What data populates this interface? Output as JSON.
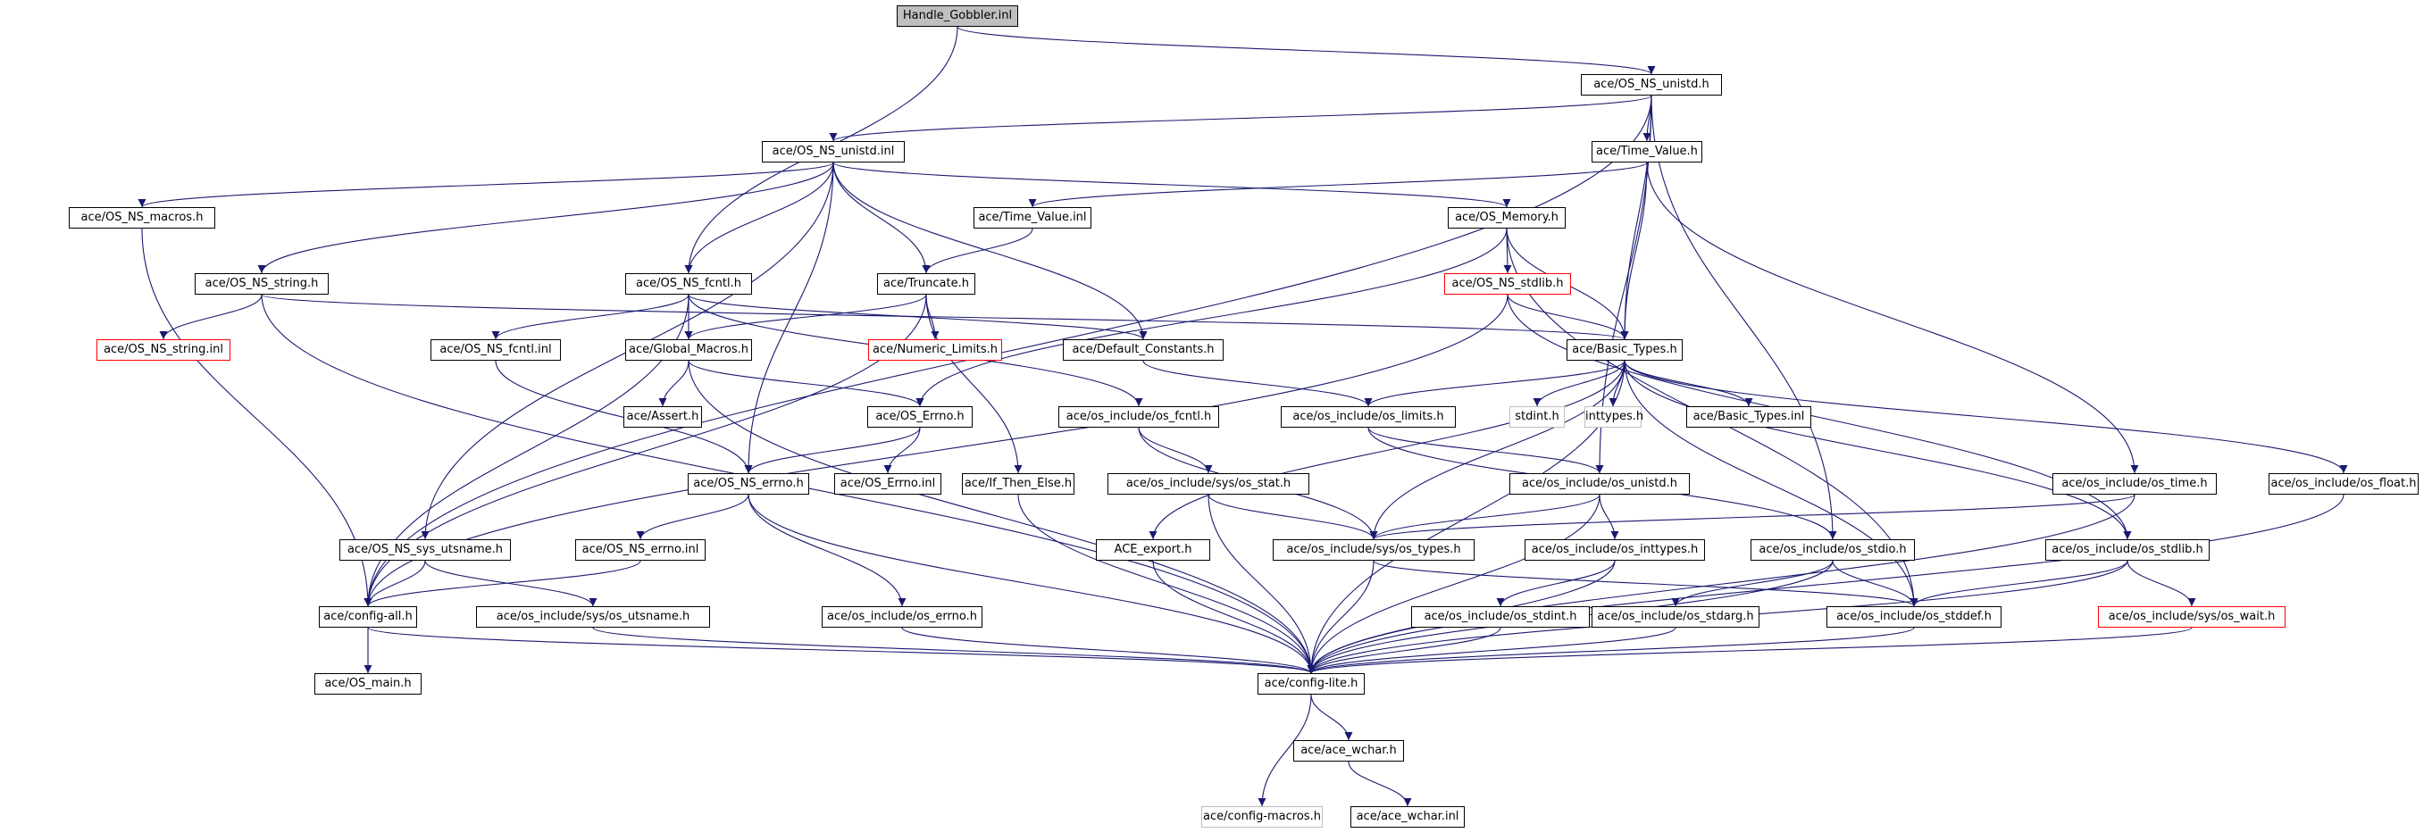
{
  "colors": {
    "edge": "#191970",
    "root_fill": "#bfbfbf",
    "truncated_border": "#ff0000",
    "external_border": "#bfbfbf"
  },
  "nodes": [
    {
      "id": "hg",
      "label": "Handle_Gobbler.inl",
      "style": "root"
    },
    {
      "id": "unistd_h",
      "label": "ace/OS_NS_unistd.h"
    },
    {
      "id": "unistd_inl",
      "label": "ace/OS_NS_unistd.inl"
    },
    {
      "id": "tv_h",
      "label": "ace/Time_Value.h"
    },
    {
      "id": "macros",
      "label": "ace/OS_NS_macros.h"
    },
    {
      "id": "tv_inl",
      "label": "ace/Time_Value.inl"
    },
    {
      "id": "memory",
      "label": "ace/OS_Memory.h"
    },
    {
      "id": "string_h",
      "label": "ace/OS_NS_string.h"
    },
    {
      "id": "fcntl_h",
      "label": "ace/OS_NS_fcntl.h"
    },
    {
      "id": "truncate",
      "label": "ace/Truncate.h"
    },
    {
      "id": "stdlib_h",
      "label": "ace/OS_NS_stdlib.h",
      "style": "red"
    },
    {
      "id": "string_inl",
      "label": "ace/OS_NS_string.inl",
      "style": "red"
    },
    {
      "id": "fcntl_inl",
      "label": "ace/OS_NS_fcntl.inl"
    },
    {
      "id": "gmacros",
      "label": "ace/Global_Macros.h"
    },
    {
      "id": "numlim",
      "label": "ace/Numeric_Limits.h",
      "style": "red"
    },
    {
      "id": "defconst",
      "label": "ace/Default_Constants.h"
    },
    {
      "id": "btypes",
      "label": "ace/Basic_Types.h"
    },
    {
      "id": "assert",
      "label": "ace/Assert.h"
    },
    {
      "id": "errno_h",
      "label": "ace/OS_Errno.h"
    },
    {
      "id": "os_fcntl",
      "label": "ace/os_include/os_fcntl.h"
    },
    {
      "id": "os_limits",
      "label": "ace/os_include/os_limits.h"
    },
    {
      "id": "stdint",
      "label": "stdint.h",
      "style": "gray"
    },
    {
      "id": "inttypes",
      "label": "inttypes.h",
      "style": "gray"
    },
    {
      "id": "btypes_inl",
      "label": "ace/Basic_Types.inl"
    },
    {
      "id": "nserrno_h",
      "label": "ace/OS_NS_errno.h"
    },
    {
      "id": "errno_inl",
      "label": "ace/OS_Errno.inl"
    },
    {
      "id": "ifthen",
      "label": "ace/If_Then_Else.h"
    },
    {
      "id": "os_stat",
      "label": "ace/os_include/sys/os_stat.h"
    },
    {
      "id": "os_unistd",
      "label": "ace/os_include/os_unistd.h"
    },
    {
      "id": "os_time",
      "label": "ace/os_include/os_time.h"
    },
    {
      "id": "os_float",
      "label": "ace/os_include/os_float.h"
    },
    {
      "id": "utsname_h",
      "label": "ace/OS_NS_sys_utsname.h"
    },
    {
      "id": "nserrno_inl",
      "label": "ace/OS_NS_errno.inl"
    },
    {
      "id": "export",
      "label": "ACE_export.h"
    },
    {
      "id": "os_types",
      "label": "ace/os_include/sys/os_types.h"
    },
    {
      "id": "os_inttypes",
      "label": "ace/os_include/os_inttypes.h"
    },
    {
      "id": "os_stdio",
      "label": "ace/os_include/os_stdio.h"
    },
    {
      "id": "os_stdlib",
      "label": "ace/os_include/os_stdlib.h"
    },
    {
      "id": "config_all",
      "label": "ace/config-all.h"
    },
    {
      "id": "os_utsname",
      "label": "ace/os_include/sys/os_utsname.h"
    },
    {
      "id": "os_errno",
      "label": "ace/os_include/os_errno.h"
    },
    {
      "id": "os_stdint",
      "label": "ace/os_include/os_stdint.h"
    },
    {
      "id": "os_stdarg",
      "label": "ace/os_include/os_stdarg.h"
    },
    {
      "id": "os_stddef",
      "label": "ace/os_include/os_stddef.h"
    },
    {
      "id": "os_wait",
      "label": "ace/os_include/sys/os_wait.h",
      "style": "red"
    },
    {
      "id": "os_main",
      "label": "ace/OS_main.h"
    },
    {
      "id": "config_lite",
      "label": "ace/config-lite.h"
    },
    {
      "id": "wchar_h",
      "label": "ace/ace_wchar.h"
    },
    {
      "id": "cfg_macros",
      "label": "ace/config-macros.h",
      "style": "gray"
    },
    {
      "id": "wchar_inl",
      "label": "ace/ace_wchar.inl"
    }
  ],
  "edges": [
    [
      "hg",
      "unistd_h"
    ],
    [
      "hg",
      "fcntl_h"
    ],
    [
      "unistd_h",
      "unistd_inl"
    ],
    [
      "unistd_h",
      "tv_h"
    ],
    [
      "unistd_h",
      "btypes"
    ],
    [
      "unistd_h",
      "os_unistd"
    ],
    [
      "unistd_h",
      "os_stdio"
    ],
    [
      "unistd_h",
      "config_all"
    ],
    [
      "unistd_inl",
      "macros"
    ],
    [
      "unistd_inl",
      "string_h"
    ],
    [
      "unistd_inl",
      "fcntl_h"
    ],
    [
      "unistd_inl",
      "truncate"
    ],
    [
      "unistd_inl",
      "memory"
    ],
    [
      "unistd_inl",
      "defconst"
    ],
    [
      "unistd_inl",
      "nserrno_h"
    ],
    [
      "unistd_inl",
      "utsname_h"
    ],
    [
      "tv_h",
      "tv_inl"
    ],
    [
      "tv_h",
      "btypes"
    ],
    [
      "tv_h",
      "os_time"
    ],
    [
      "tv_inl",
      "truncate"
    ],
    [
      "memory",
      "stdlib_h"
    ],
    [
      "memory",
      "btypes"
    ],
    [
      "memory",
      "errno_h"
    ],
    [
      "memory",
      "os_stddef"
    ],
    [
      "macros",
      "config_all"
    ],
    [
      "string_h",
      "string_inl"
    ],
    [
      "string_h",
      "btypes"
    ],
    [
      "string_h",
      "config_lite"
    ],
    [
      "fcntl_h",
      "fcntl_inl"
    ],
    [
      "fcntl_h",
      "gmacros"
    ],
    [
      "fcntl_h",
      "defconst"
    ],
    [
      "fcntl_h",
      "os_fcntl"
    ],
    [
      "fcntl_h",
      "config_all"
    ],
    [
      "truncate",
      "gmacros"
    ],
    [
      "truncate",
      "numlim"
    ],
    [
      "truncate",
      "ifthen"
    ],
    [
      "truncate",
      "config_all"
    ],
    [
      "stdlib_h",
      "btypes"
    ],
    [
      "stdlib_h",
      "os_stdlib"
    ],
    [
      "stdlib_h",
      "config_all"
    ],
    [
      "fcntl_inl",
      "nserrno_h"
    ],
    [
      "gmacros",
      "assert"
    ],
    [
      "gmacros",
      "errno_h"
    ],
    [
      "gmacros",
      "config_lite"
    ],
    [
      "defconst",
      "os_limits"
    ],
    [
      "btypes",
      "stdint"
    ],
    [
      "btypes",
      "inttypes"
    ],
    [
      "btypes",
      "btypes_inl"
    ],
    [
      "btypes",
      "os_limits"
    ],
    [
      "btypes",
      "export"
    ],
    [
      "btypes",
      "os_types"
    ],
    [
      "btypes",
      "os_float"
    ],
    [
      "btypes",
      "os_stdlib"
    ],
    [
      "btypes",
      "os_stddef"
    ],
    [
      "btypes",
      "config_lite"
    ],
    [
      "errno_h",
      "nserrno_h"
    ],
    [
      "errno_h",
      "errno_inl"
    ],
    [
      "os_fcntl",
      "os_stat"
    ],
    [
      "os_fcntl",
      "os_types"
    ],
    [
      "os_limits",
      "os_unistd"
    ],
    [
      "os_limits",
      "os_stdio"
    ],
    [
      "nserrno_h",
      "nserrno_inl"
    ],
    [
      "nserrno_h",
      "os_errno"
    ],
    [
      "nserrno_h",
      "config_lite"
    ],
    [
      "ifthen",
      "config_lite"
    ],
    [
      "os_stat",
      "os_types"
    ],
    [
      "os_stat",
      "config_lite"
    ],
    [
      "os_unistd",
      "os_types"
    ],
    [
      "os_unistd",
      "os_inttypes"
    ],
    [
      "os_unistd",
      "config_lite"
    ],
    [
      "os_time",
      "os_types"
    ],
    [
      "os_time",
      "config_lite"
    ],
    [
      "os_float",
      "config_lite"
    ],
    [
      "utsname_h",
      "config_all"
    ],
    [
      "utsname_h",
      "os_utsname"
    ],
    [
      "nserrno_inl",
      "config_all"
    ],
    [
      "export",
      "config_lite"
    ],
    [
      "os_types",
      "os_stddef"
    ],
    [
      "os_types",
      "config_lite"
    ],
    [
      "os_inttypes",
      "os_stdint"
    ],
    [
      "os_inttypes",
      "config_lite"
    ],
    [
      "os_stdio",
      "os_stdarg"
    ],
    [
      "os_stdio",
      "os_stddef"
    ],
    [
      "os_stdio",
      "config_lite"
    ],
    [
      "os_stdlib",
      "os_wait"
    ],
    [
      "os_stdlib",
      "os_stddef"
    ],
    [
      "os_stdlib",
      "config_lite"
    ],
    [
      "config_all",
      "os_main"
    ],
    [
      "config_all",
      "config_lite"
    ],
    [
      "os_utsname",
      "config_lite"
    ],
    [
      "os_errno",
      "config_lite"
    ],
    [
      "os_stdint",
      "config_lite"
    ],
    [
      "os_stdarg",
      "config_lite"
    ],
    [
      "os_stddef",
      "config_lite"
    ],
    [
      "os_wait",
      "config_lite"
    ],
    [
      "config_lite",
      "wchar_h"
    ],
    [
      "config_lite",
      "cfg_macros"
    ],
    [
      "wchar_h",
      "wchar_inl"
    ]
  ]
}
